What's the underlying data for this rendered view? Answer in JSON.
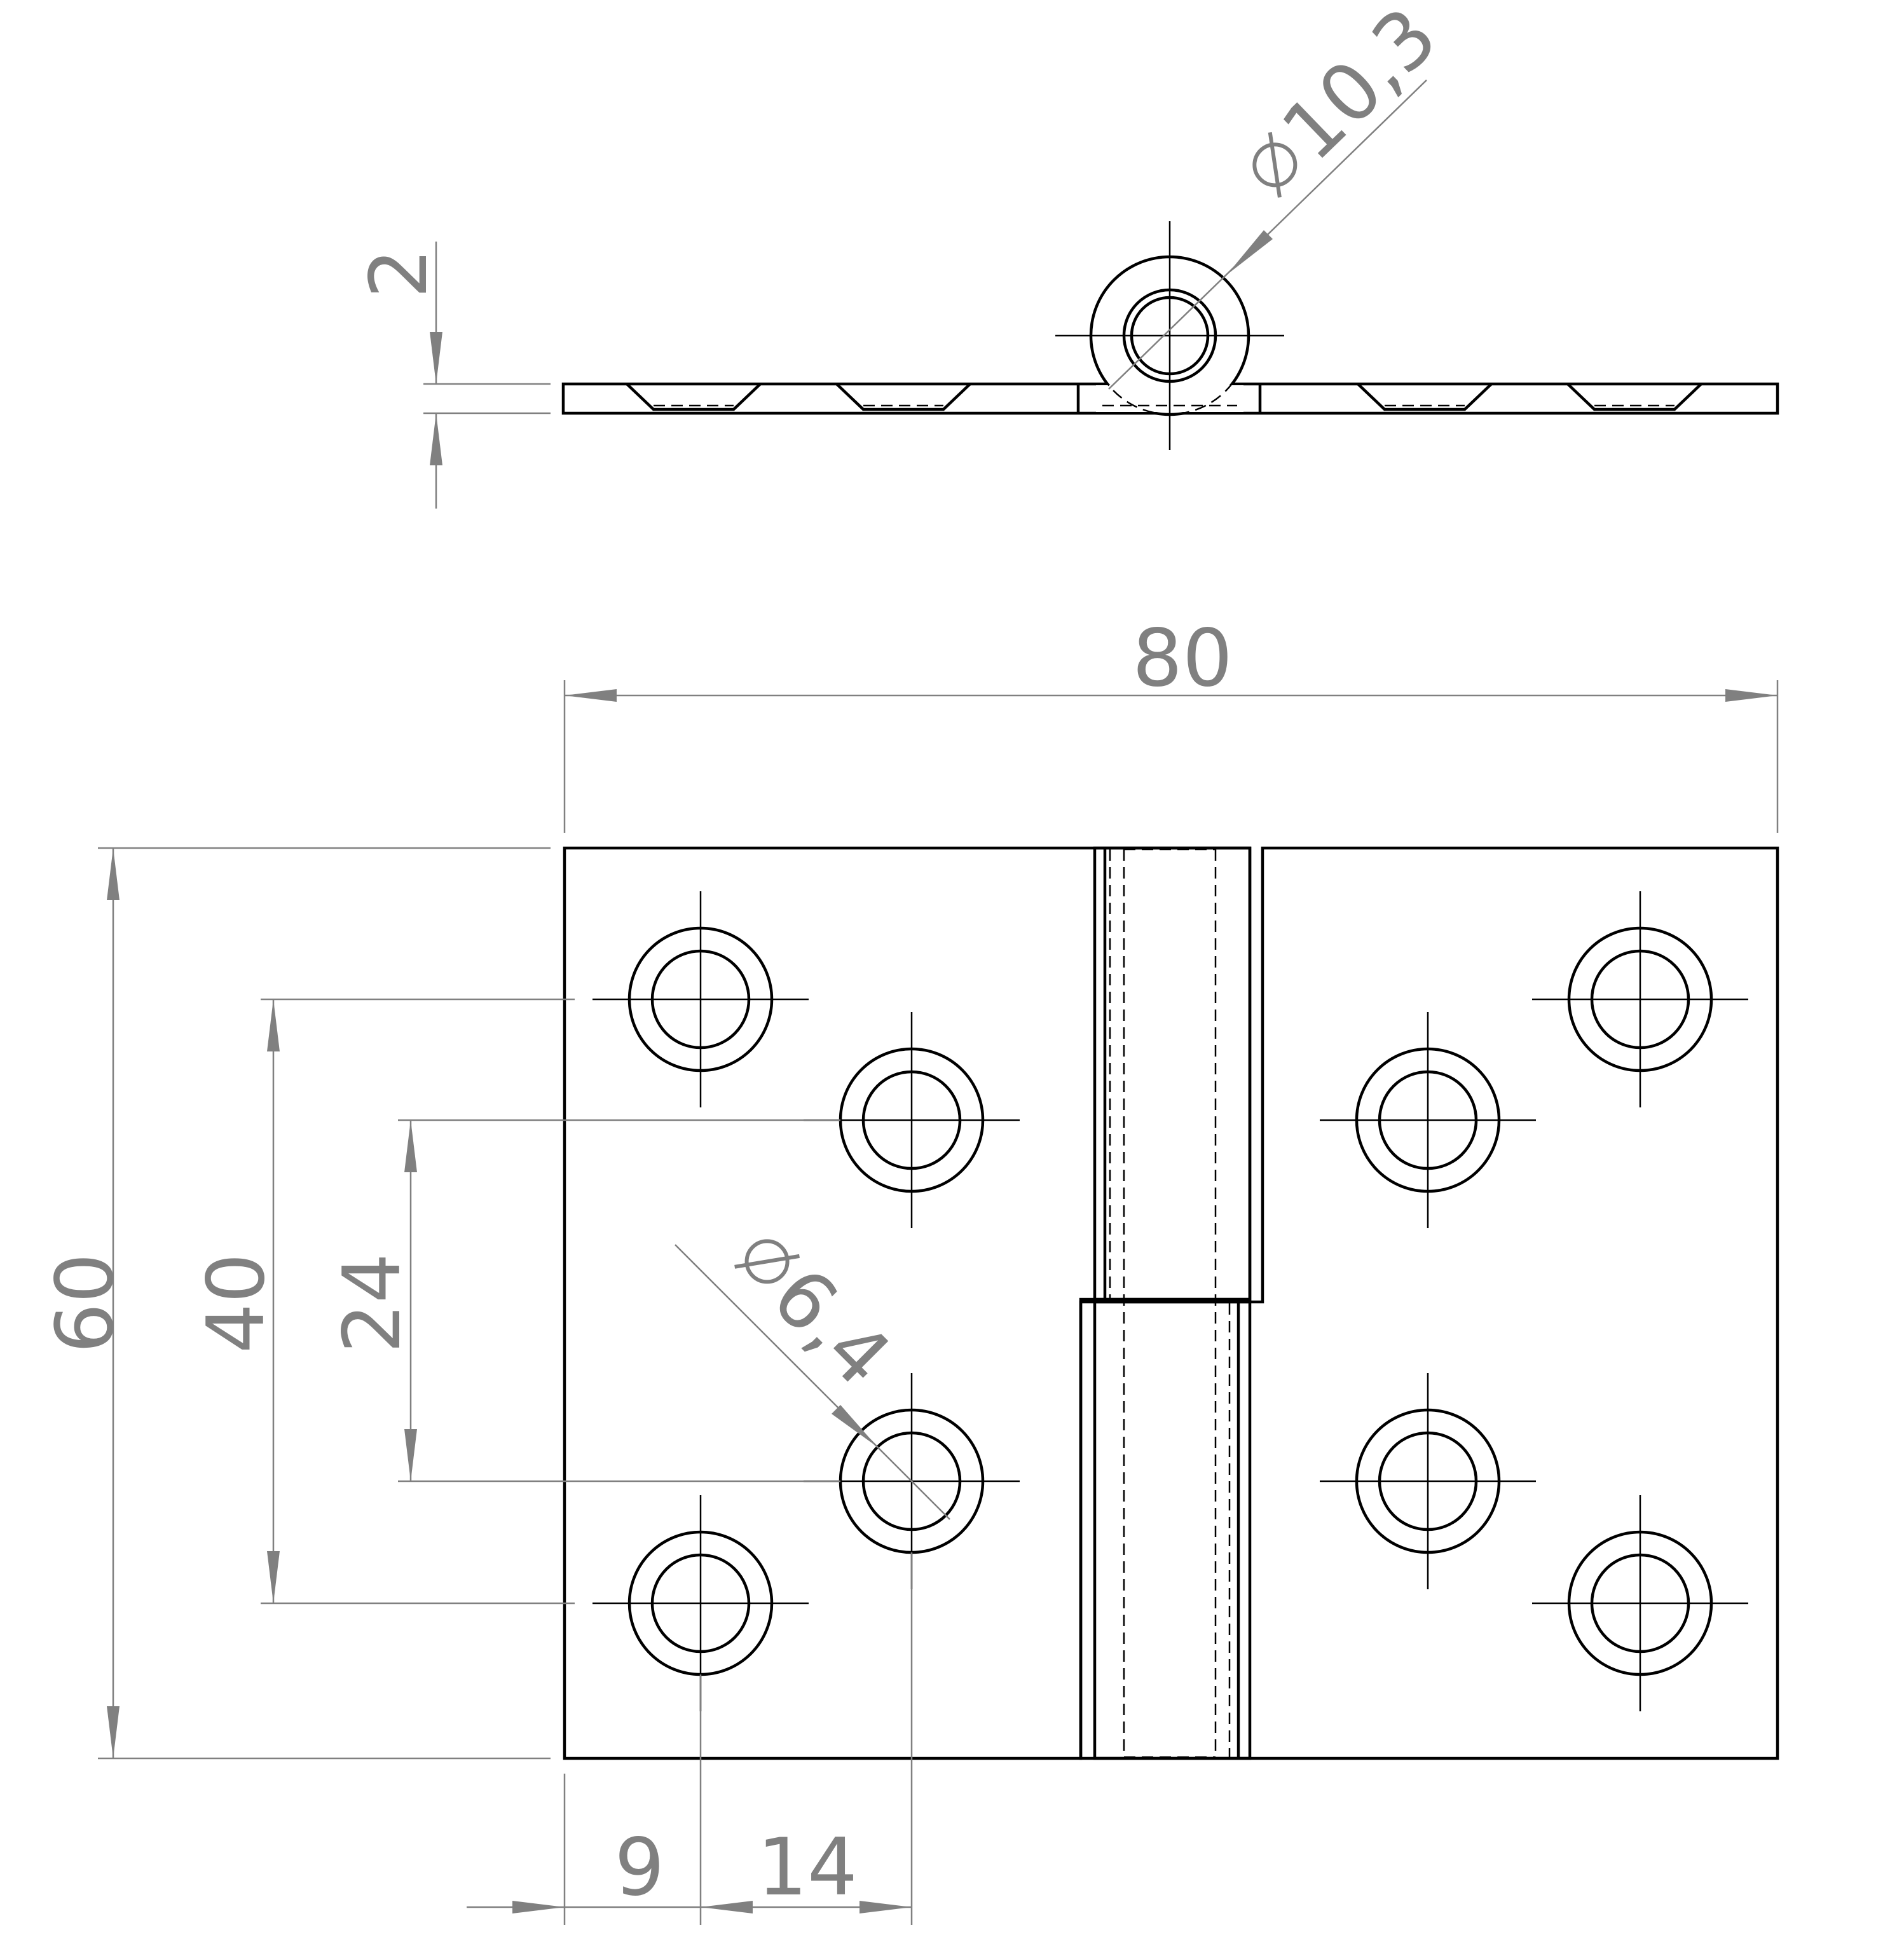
{
  "dimensions": {
    "thickness": "2",
    "pin_diameter": "10,3",
    "overall_width": "80",
    "overall_height": "60",
    "hole_pitch_outer": "40",
    "hole_pitch_inner": "24",
    "hole_diameter": "6,4",
    "hole_edge_offset": "9",
    "hole_row_spacing": "14"
  },
  "symbols": {
    "diameter_icon": "diameter-symbol-icon"
  },
  "colors": {
    "geometry": "#000000",
    "dimension": "#808080",
    "background": "#ffffff"
  }
}
